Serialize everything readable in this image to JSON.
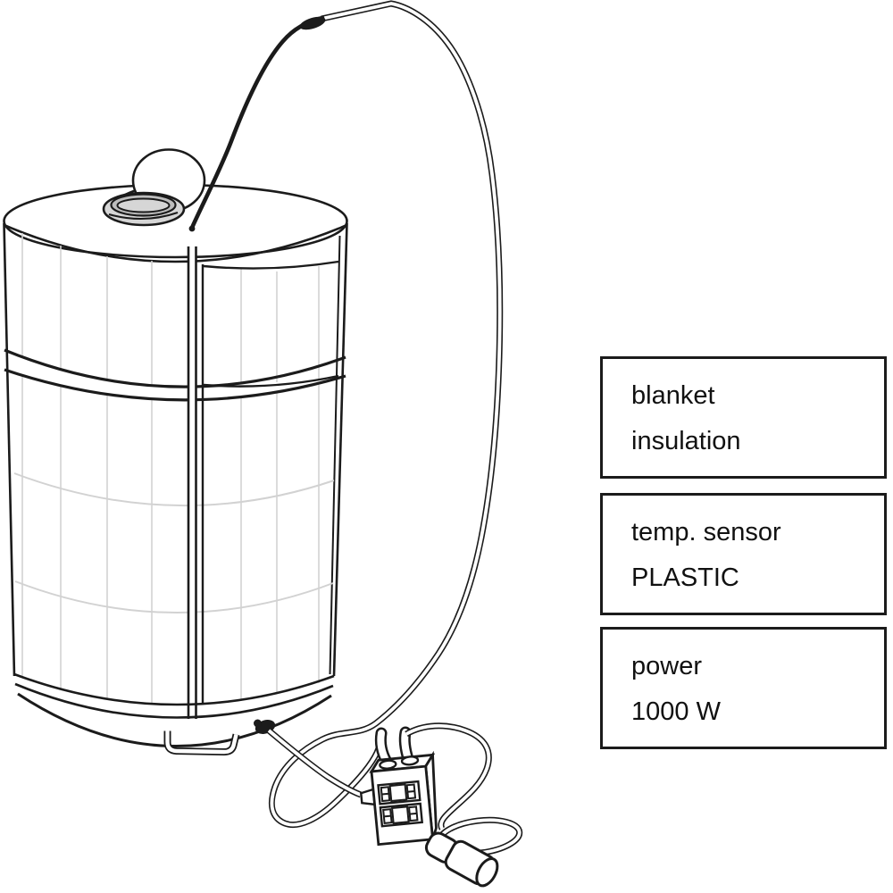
{
  "callouts": [
    {
      "line1": "blanket",
      "line2": "insulation"
    },
    {
      "line1": "temp. sensor",
      "line2": "PLASTIC"
    },
    {
      "line1": "power",
      "line2": "1000 W"
    }
  ],
  "figure": {
    "parts": [
      "drum-with-heating-blanket",
      "drum-lid",
      "bung-cap",
      "sensor-dome",
      "insulation-collar-band",
      "blanket-quilt-lines",
      "closure-seam",
      "drum-base",
      "base-handle",
      "temp-sensor-cable",
      "cable-splice",
      "harness-cable",
      "heater-cable",
      "cable-connector",
      "controller-box",
      "cable-glands",
      "power-plug",
      "coiled-cord"
    ]
  },
  "colors": {
    "background": "#ffffff",
    "line": "#1b1b1b",
    "grid": "#d2d2d2",
    "cap_fill": "#d6d6d6",
    "cap_inner": "#bdbdbd",
    "text": "#111111"
  }
}
